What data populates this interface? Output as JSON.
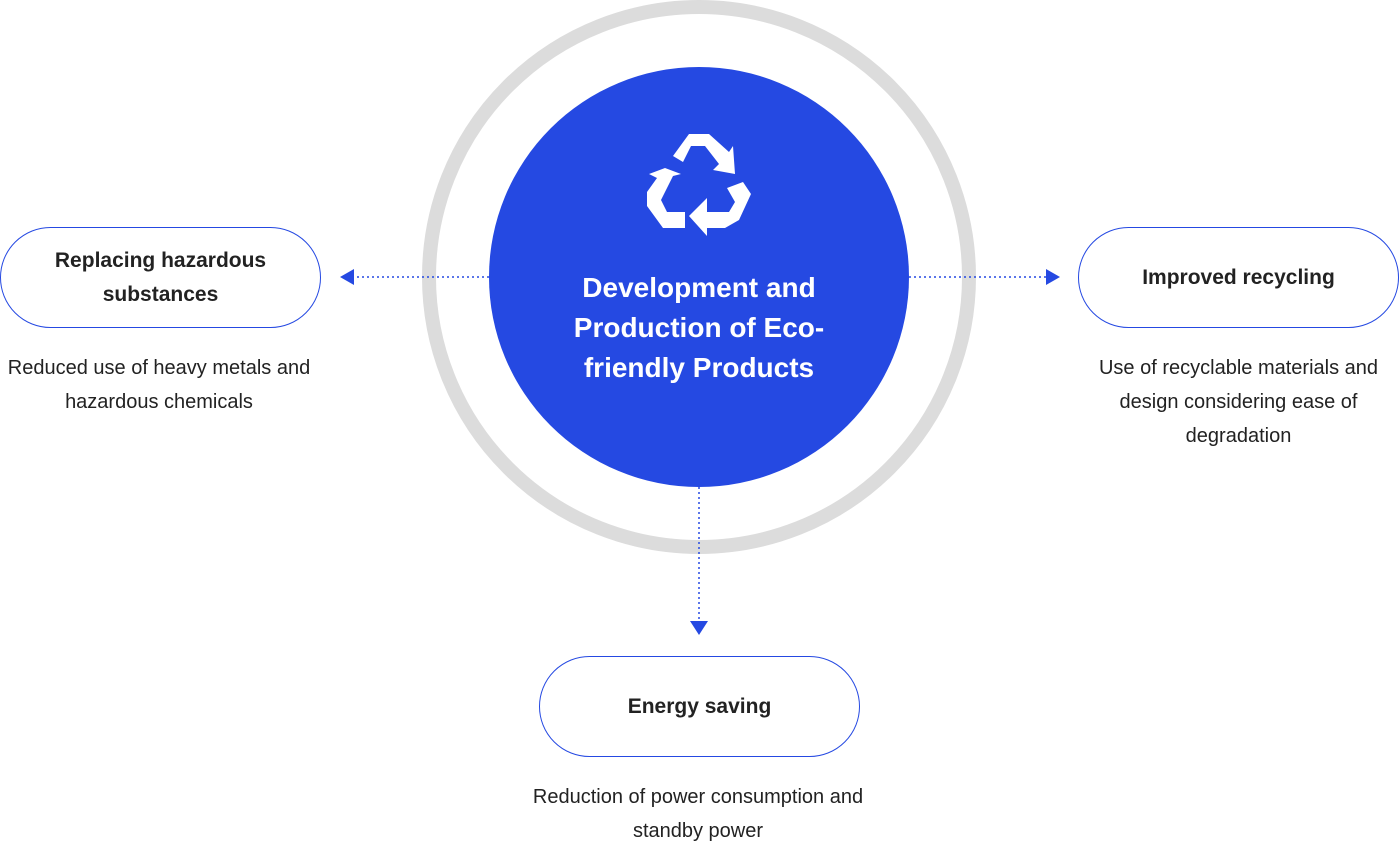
{
  "center": {
    "title": "Development and Production of Eco-friendly Products",
    "icon": "recycle-icon",
    "color": "#2549e2",
    "ring_color": "#dcdcdc"
  },
  "branches": [
    {
      "id": "left",
      "label": "Replacing hazardous substances",
      "description": "Reduced use of heavy metals and hazardous chemicals"
    },
    {
      "id": "right",
      "label": "Improved recycling",
      "description": "Use of recyclable materials and design considering ease of degradation"
    },
    {
      "id": "bottom",
      "label": "Energy saving",
      "description": "Reduction of power consumption and standby power"
    }
  ]
}
